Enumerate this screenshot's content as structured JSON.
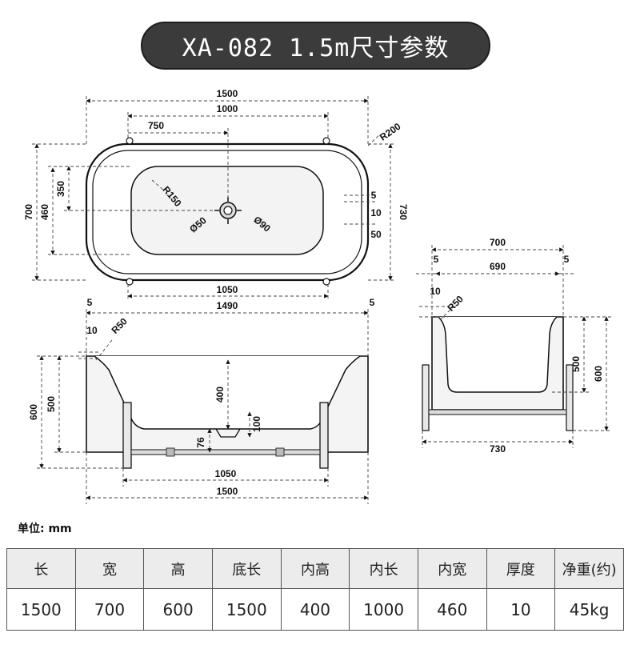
{
  "title": "XA-082 1.5m尺寸参数",
  "top_view": {
    "overall_width": "1500",
    "inner_length": "1000",
    "drain_offset": "750",
    "corner_radius": "R200",
    "inner_radius": "R150",
    "drain_dia_small": "Ø50",
    "drain_dia_large": "Ø90",
    "outer_height": "700",
    "inner_width": "460",
    "drain_to_top": "350",
    "overall_depth": "730",
    "rim_gap": "5",
    "rim_thickness": "10",
    "rim_offset": "50",
    "foot_span": "1050"
  },
  "front_view": {
    "left_gap": "5",
    "right_gap": "5",
    "top_width": "1490",
    "rim_thickness": "10",
    "rim_radius": "R50",
    "inner_depth": "400",
    "drain_height": "100",
    "drain_offset_small": "76",
    "outer_height": "600",
    "inner_height": "500",
    "foot_span": "1050",
    "overall_length": "1500"
  },
  "side_view": {
    "overall_width": "700",
    "left_gap": "5",
    "right_gap": "5",
    "inner_width": "690",
    "rim_thickness": "10",
    "rim_radius": "R50",
    "inner_height": "500",
    "outer_height": "600",
    "frame_width": "730"
  },
  "unit_label": "单位: mm",
  "table": {
    "headers": [
      "长",
      "宽",
      "高",
      "底长",
      "内高",
      "内长",
      "内宽",
      "厚度",
      "净重(约)"
    ],
    "values": [
      "1500",
      "700",
      "600",
      "1500",
      "400",
      "1000",
      "460",
      "10",
      "45kg"
    ]
  },
  "colors": {
    "pill": "#3b3b3b",
    "line": "#111111",
    "dim_line": "#444444",
    "table_head": "#ececec"
  }
}
